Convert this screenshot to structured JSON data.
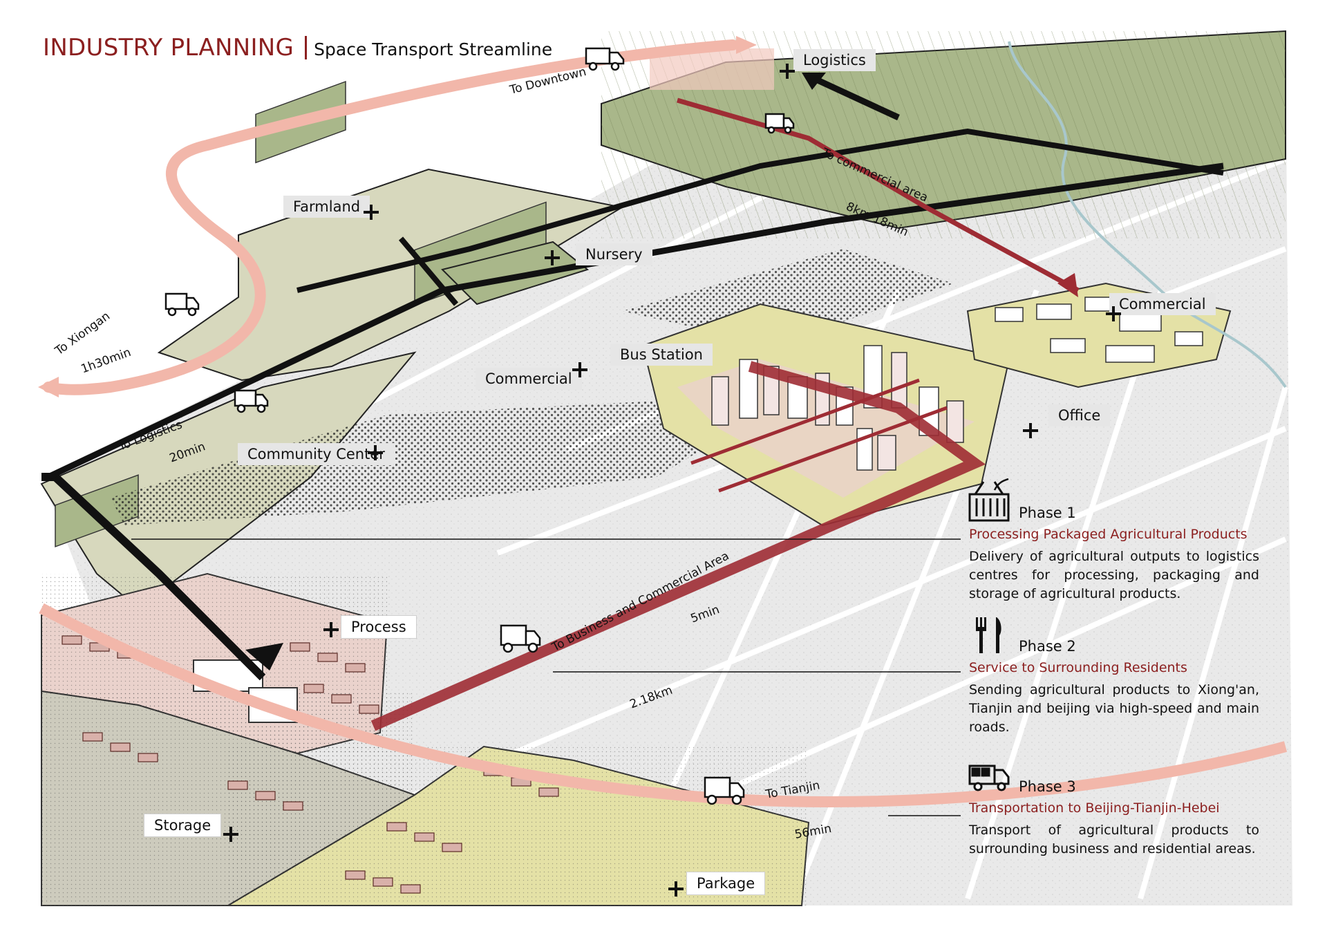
{
  "header": {
    "title": "INDUSTRY PLANNING",
    "subtitle": "Space Transport Streamline"
  },
  "places": {
    "logistics": "Logistics",
    "farmland": "Farmland",
    "nursery": "Nursery",
    "commercial_east": "Commercial",
    "bus_station": "Bus Station",
    "commercial_center": "Commercial",
    "office": "Office",
    "community_center": "Community Center",
    "process": "Process",
    "storage": "Storage",
    "parkage": "Parkage"
  },
  "routes": {
    "to_downtown": "To Downtown",
    "to_commercial_area": "To commercial area",
    "commercial_distance": "8km 18min",
    "to_xiongan": "To Xiongan",
    "xiongan_time": "1h30min",
    "to_logistics": "To Logistics",
    "logistics_time": "20min",
    "to_business": "To Business and Commercial Area",
    "business_distance": "2.18km",
    "business_time": "5min",
    "to_tianjin": "To Tianjin",
    "tianjin_time": "56min"
  },
  "phases": [
    {
      "name": "Phase 1",
      "title": "Processing Packaged Agricultural Products",
      "desc": "Delivery of agricultural outputs to logistics centres for processing, packaging and storage of agricultural products.",
      "icon": "basket-icon"
    },
    {
      "name": "Phase 2",
      "title": "Service to Surrounding Residents",
      "desc": "Sending agricultural products to Xiong'an, Tianjin and beijing via high-speed and main roads.",
      "icon": "fork-knife-icon"
    },
    {
      "name": "Phase 3",
      "title": "Transportation to Beijing-Tianjin-Hebei",
      "desc": "Transport of agricultural products to surrounding business and residential areas.",
      "icon": "truck-icon"
    }
  ],
  "colors": {
    "accent_red": "#8b1f1f",
    "route_red": "#9e2c34",
    "route_pink": "#f2b7aa",
    "farmland": "#a9b78a",
    "grassland": "#d7d8bd",
    "commercial": "#e4e1a6",
    "process_pink": "#ead2cc",
    "storage_grey": "#cdcbbd"
  }
}
